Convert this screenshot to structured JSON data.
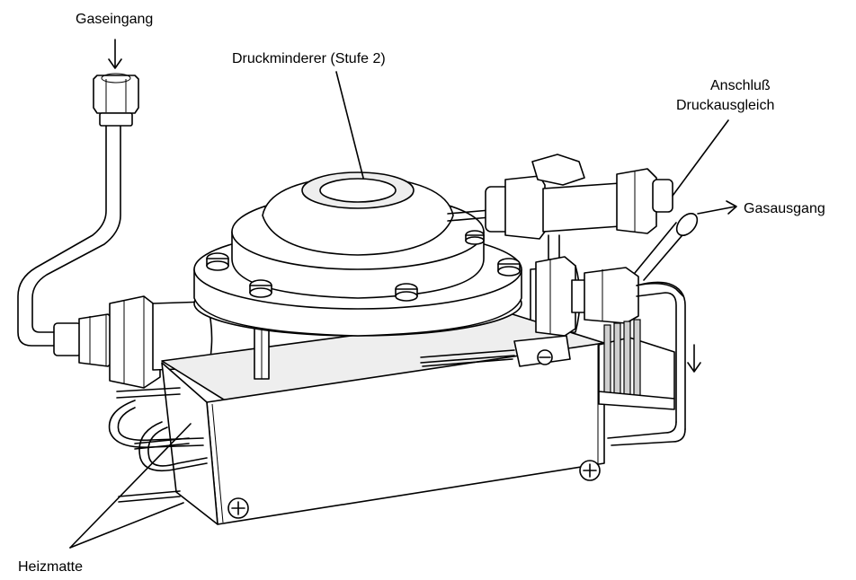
{
  "labels": {
    "gas_inlet": "Gaseingang",
    "pressure_reducer": "Druckminderer (Stufe 2)",
    "connection_line1": "Anschluß",
    "connection_line2": "Druckausgleich",
    "gas_outlet": "Gasausgang",
    "heating_mat": "Heizmatte"
  }
}
